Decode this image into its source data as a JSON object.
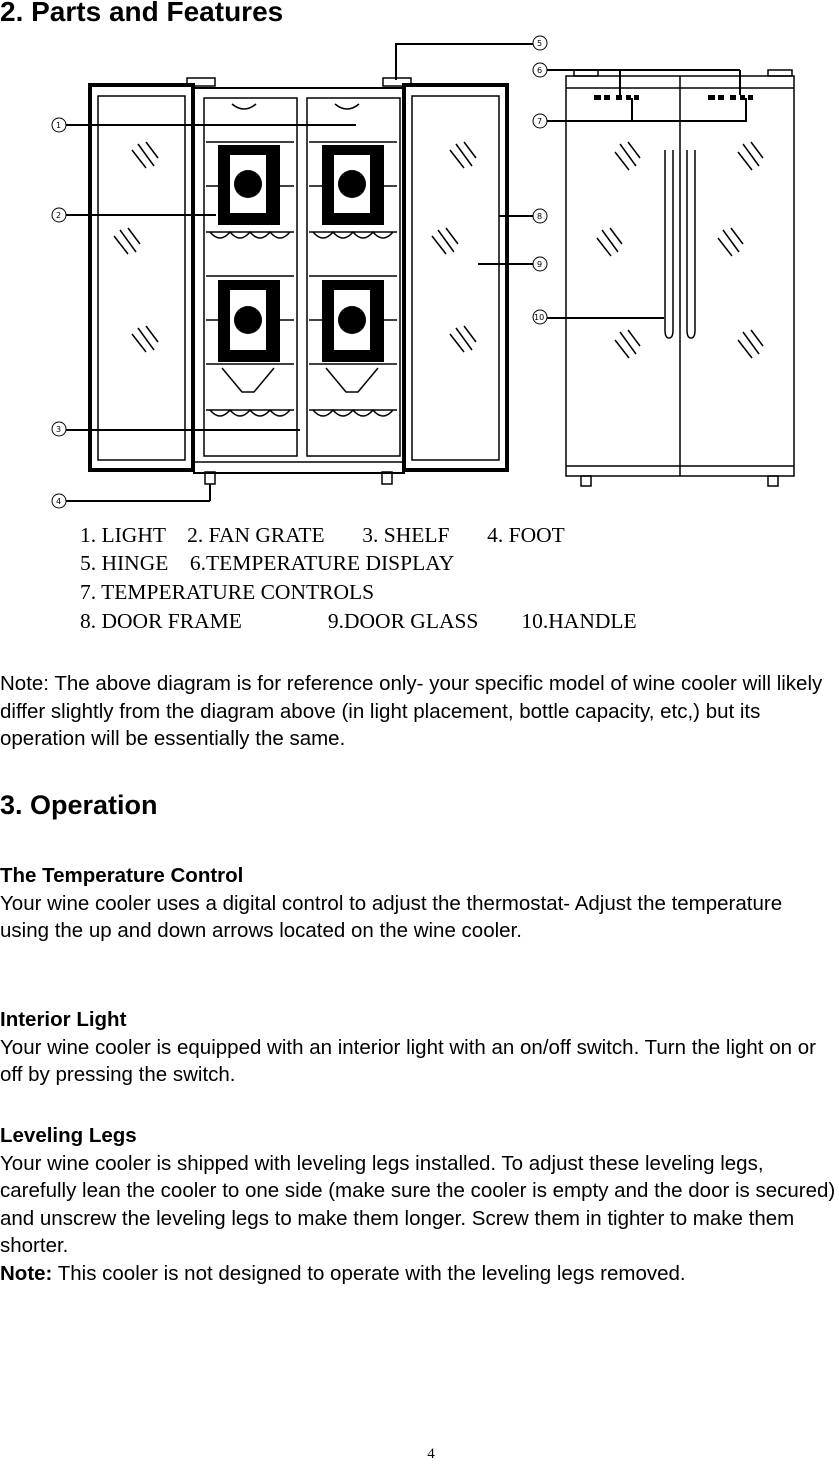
{
  "section2": {
    "heading": "2. Parts and Features"
  },
  "legend": {
    "line1": "1. LIGHT    2. FAN GRATE       3. SHELF       4. FOOT",
    "line2": "5. HINGE    6.TEMPERATURE DISPLAY",
    "line3": "7. TEMPERATURE CONTROLS",
    "line4": "8. DOOR FRAME                9.DOOR GLASS        10.HANDLE"
  },
  "note_diagram": "Note: The above diagram is for reference only- your specific model of wine cooler will likely differ slightly from the diagram above (in light placement, bottle capacity, etc,) but its operation will be essentially the same.",
  "section3": {
    "heading": "3. Operation",
    "temp_control": {
      "title": "The Temperature Control",
      "text": "Your wine cooler uses a digital control to adjust the thermostat- Adjust the temperature using the up and down arrows located on the wine cooler."
    },
    "interior_light": {
      "title": "Interior Light",
      "text": "Your wine cooler is equipped with an interior light with an on/off switch. Turn the light on or off by pressing the switch."
    },
    "leveling_legs": {
      "title": "Leveling Legs",
      "text": "Your wine cooler is shipped with leveling legs installed. To adjust these leveling legs, carefully lean the cooler to one side (make sure the cooler is empty and the door is secured) and unscrew the leveling legs to make them longer. Screw them in tighter to make them shorter.",
      "note_label": "Note:",
      "note_text": " This cooler is not designed to operate with the leveling legs removed."
    }
  },
  "callouts": [
    "1",
    "2",
    "3",
    "4",
    "5",
    "6",
    "7",
    "8",
    "9",
    "10"
  ],
  "page_number": "4"
}
